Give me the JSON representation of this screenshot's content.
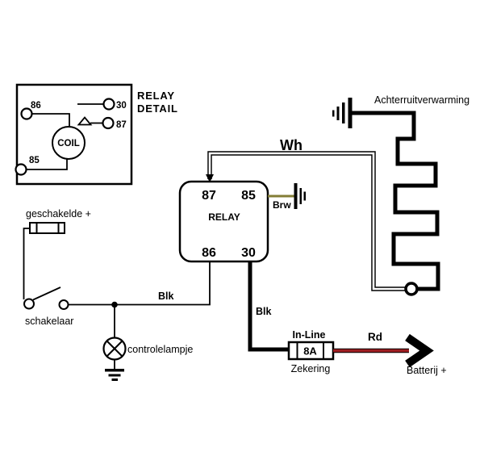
{
  "colors": {
    "black": "#000000",
    "red": "#9e1e22",
    "brown": "#837d36",
    "white": "#ffffff"
  },
  "relay_detail": {
    "title_line1": "RELAY",
    "title_line2": "DETAIL",
    "coil_label": "COIL",
    "pin86": "86",
    "pin85": "85",
    "pin30": "30",
    "pin87": "87"
  },
  "relay": {
    "label": "RELAY",
    "pin87": "87",
    "pin85": "85",
    "pin86": "86",
    "pin30": "30"
  },
  "wire_labels": {
    "white_wire": "Wh",
    "brown_wire": "Brw",
    "black_wire_switch": "Blk",
    "black_wire_battery": "Blk",
    "red_wire": "Rd"
  },
  "labels": {
    "rear_window_heater": "Achterruitverwarming",
    "switched_plus": "geschakelde +",
    "switch": "schakelaar",
    "control_lamp": "controlelampje",
    "inline_fuse_top": "In-Line",
    "inline_fuse_rating": "8A",
    "inline_fuse_bottom": "Zekering",
    "battery_plus": "Batterij +"
  }
}
